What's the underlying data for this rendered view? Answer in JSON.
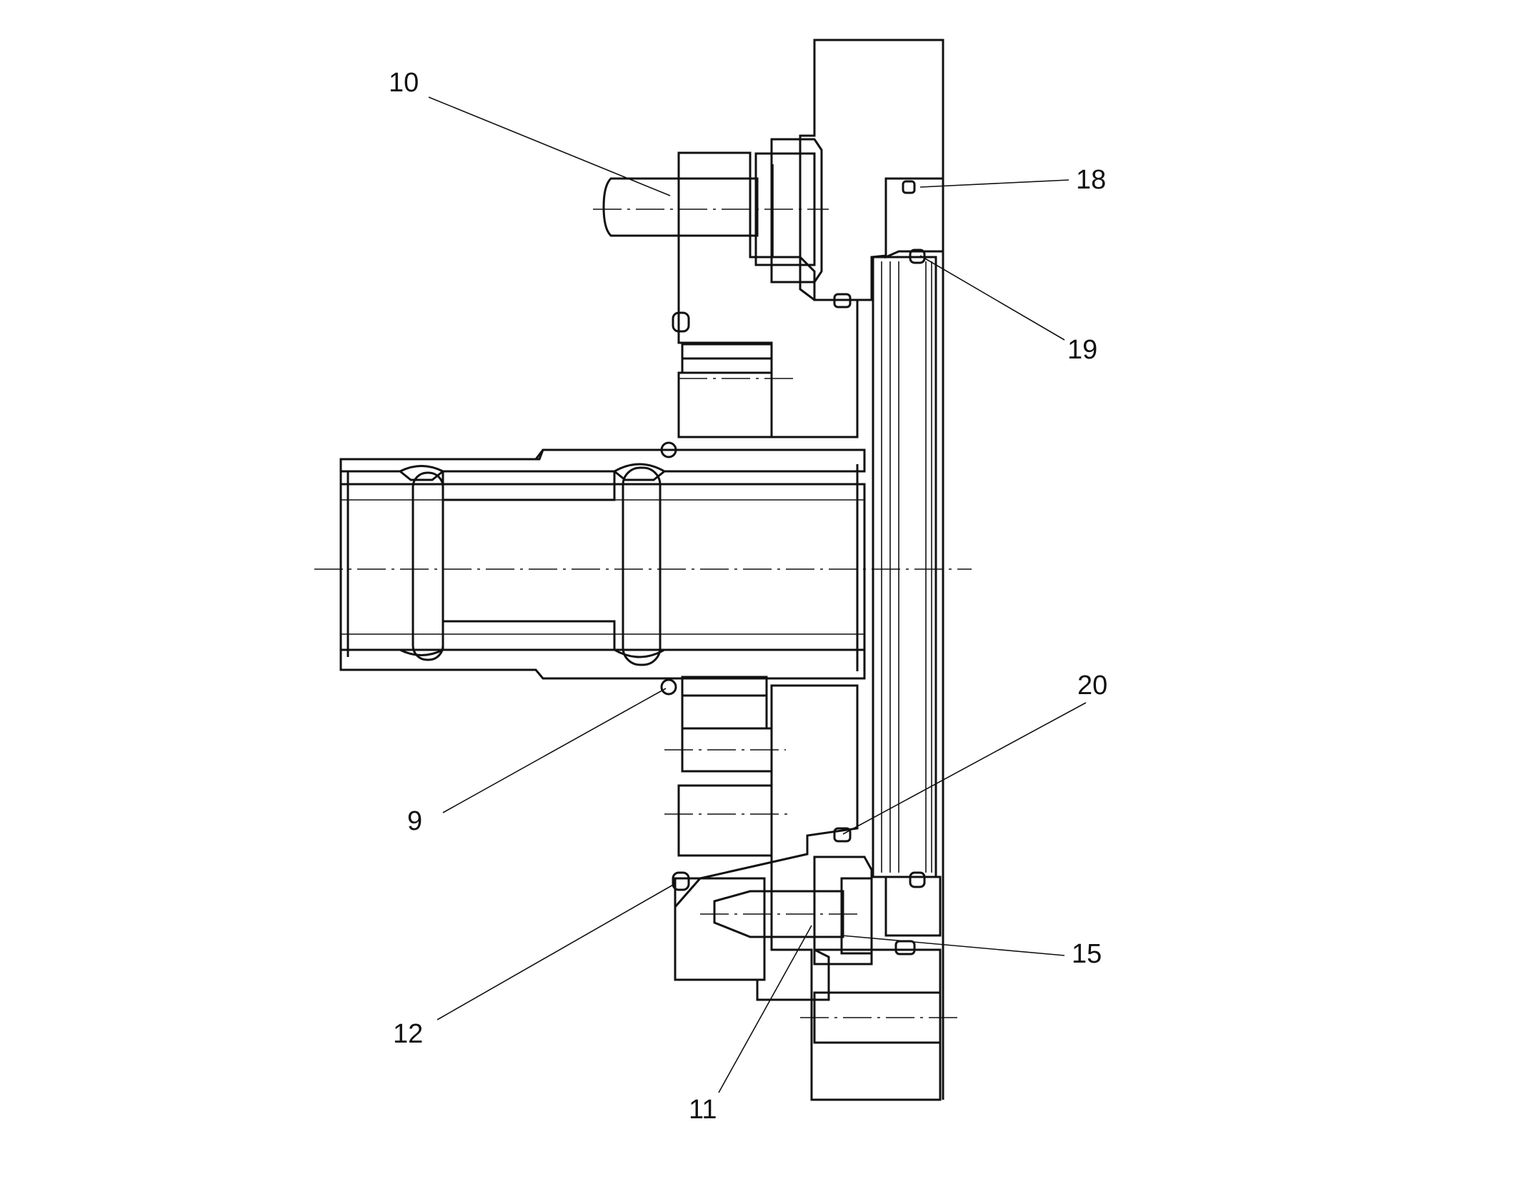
{
  "callouts": {
    "c10": "10",
    "c18": "18",
    "c19": "19",
    "c20": "20",
    "c9": "9",
    "c15": "15",
    "c12": "12",
    "c11": "11"
  },
  "colors": {
    "ink": "#111111",
    "paper": "#ffffff"
  }
}
